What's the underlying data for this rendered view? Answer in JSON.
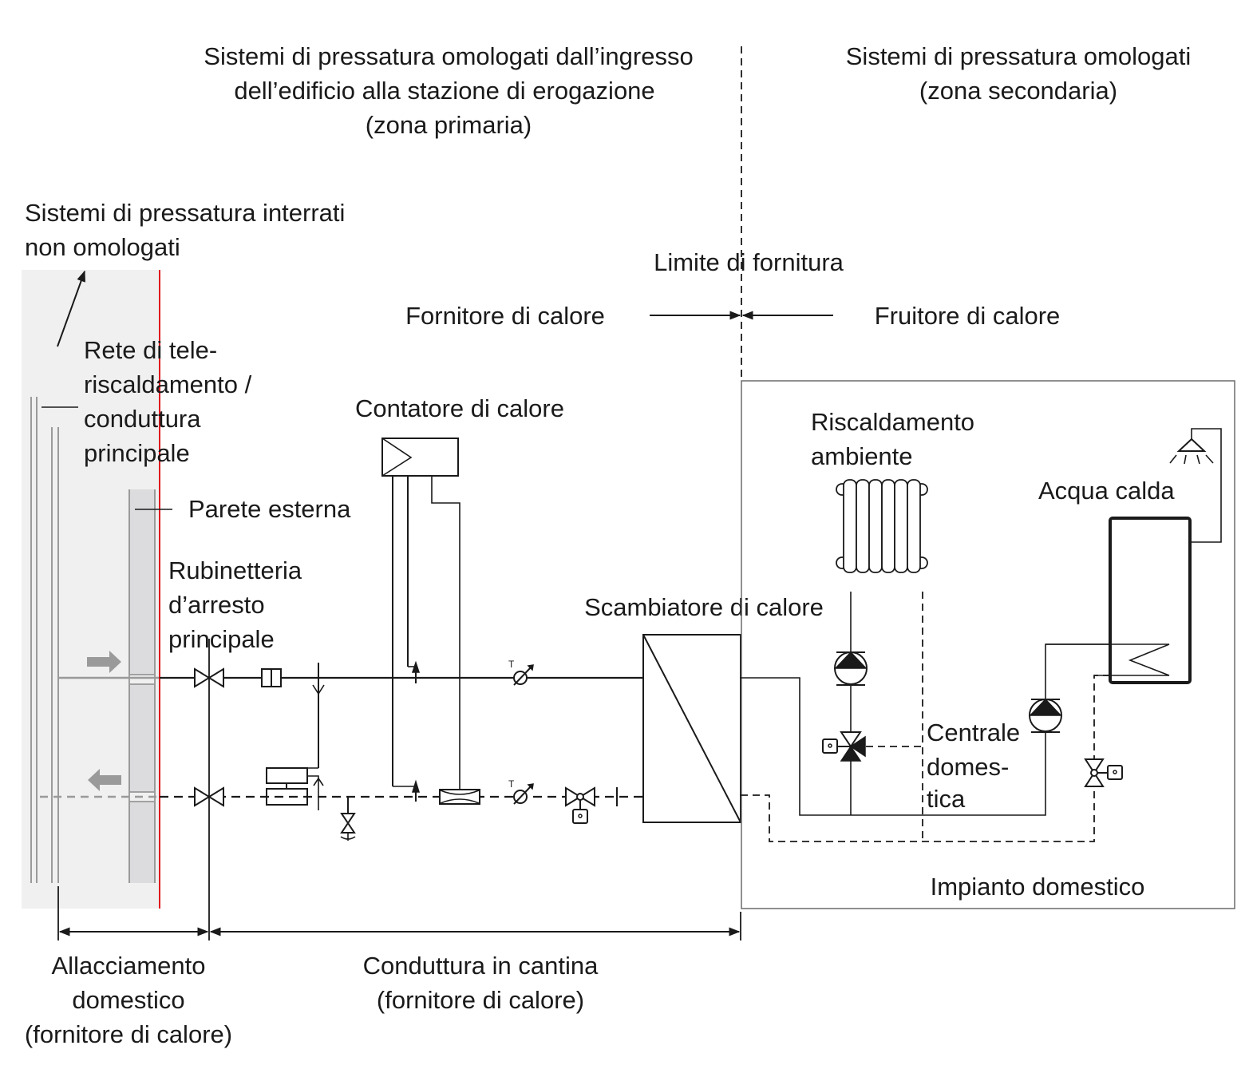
{
  "colors": {
    "boundary_line": "#e0191f",
    "ground_zone": "#f0f0f0",
    "wall": "#dcdcde",
    "pipe_gray": "#9a9a9a",
    "ink": "#1a1a1a"
  },
  "headers": {
    "primary_zone": {
      "line1": "Sistemi di pressatura omologati dall’ingresso",
      "line2": "dell’edificio alla stazione di erogazione",
      "line3": "(zona primaria)"
    },
    "secondary_zone": {
      "line1": "Sistemi di pressatura omologati",
      "line2": "(zona secondaria)"
    },
    "buried": {
      "line1": "Sistemi di pressatura interrati",
      "line2": "non omologati"
    }
  },
  "supply_limit": {
    "title": "Limite di fornitura",
    "left": "Fornitore di calore",
    "right": "Fruitore di calore"
  },
  "labels": {
    "network": [
      "Rete di tele-",
      "riscaldamento /",
      "conduttura",
      "principale"
    ],
    "outer_wall": "Parete esterna",
    "main_shutoff": [
      "Rubinetteria",
      "d’arresto",
      "principale"
    ],
    "heat_meter": "Contatore di calore",
    "heat_exchanger": "Scambiatore di calore",
    "room_heating": [
      "Riscaldamento",
      "ambiente"
    ],
    "hot_water": "Acqua calda",
    "home_station": [
      "Centrale",
      "domes-",
      "tica"
    ],
    "home_installation": "Impianto domestico",
    "temp_sensor_mark": "T"
  },
  "dimensions": {
    "house_connection": [
      "Allacciamento",
      "domestico",
      "(fornitore di calore)"
    ],
    "cellar_pipe": [
      "Conduttura in cantina",
      "(fornitore di calore)"
    ]
  },
  "icons": {
    "flow_in": "arrow-right-icon",
    "flow_out": "arrow-left-icon",
    "gate_valve": "gate-valve-icon",
    "strainer": "strainer-icon",
    "pressure_regulator": "differential-pressure-regulator-icon",
    "drain_valve": "drain-valve-icon",
    "flow_meter": "flow-meter-icon",
    "temperature_sensor": "temperature-sensor-icon",
    "motor_valve": "motorized-valve-icon",
    "heat_exchanger": "heat-exchanger-icon",
    "radiator": "radiator-icon",
    "pump": "circulation-pump-icon",
    "three_way_valve": "three-way-mixing-valve-icon",
    "storage_tank": "hot-water-tank-icon",
    "shower": "shower-head-icon"
  }
}
